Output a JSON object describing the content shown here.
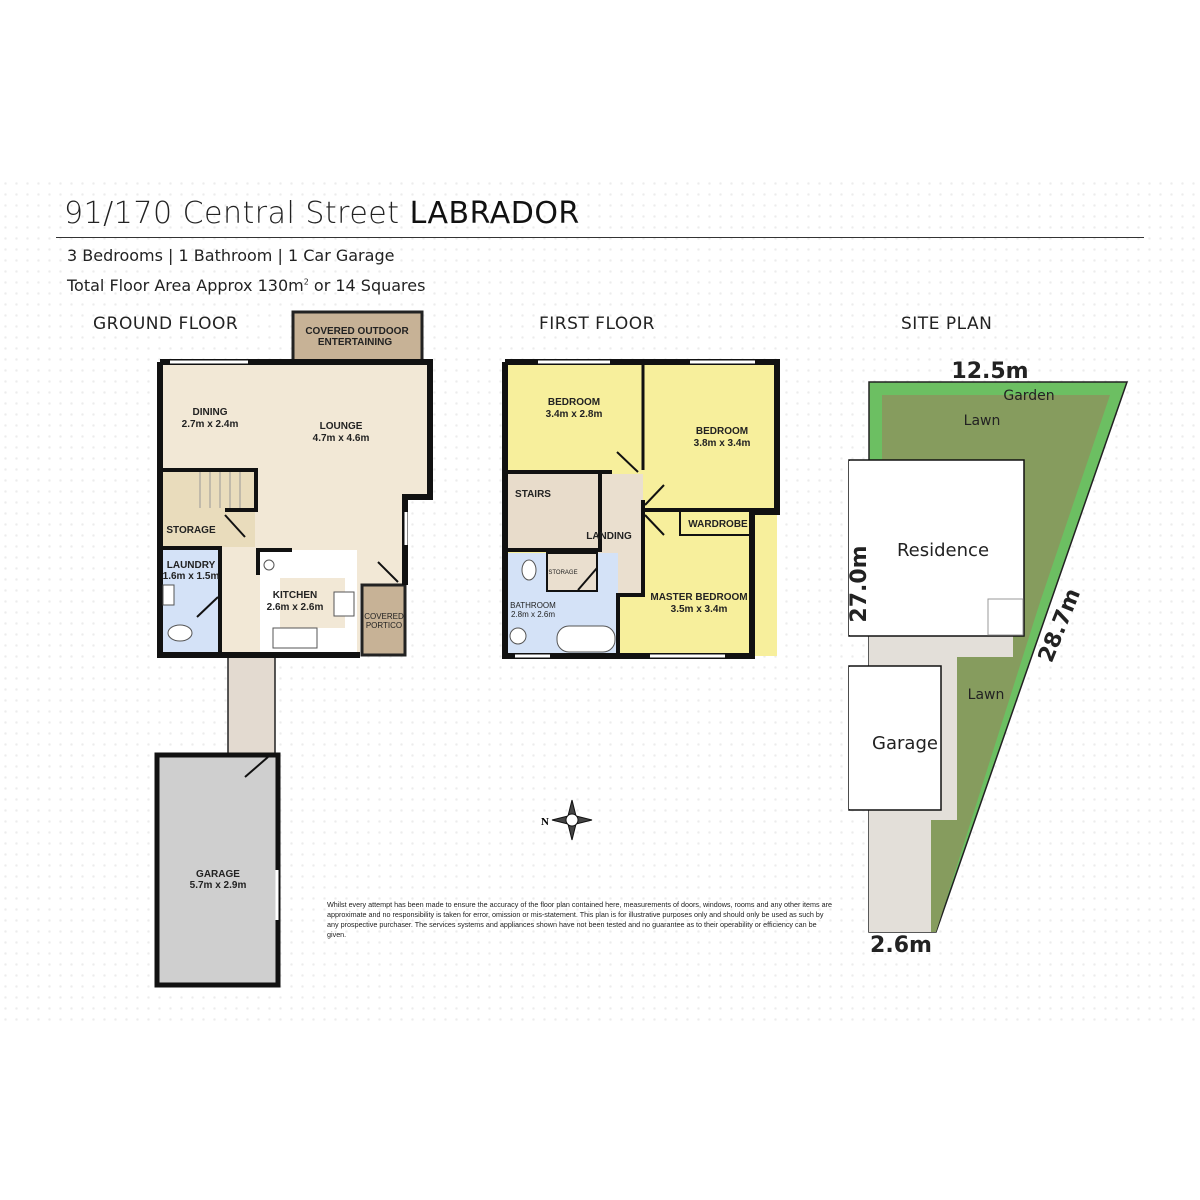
{
  "header": {
    "address": "91/170 Central Street",
    "suburb": "LABRADOR",
    "summary": "3 Bedrooms | 1 Bathroom | 1 Car Garage",
    "area_prefix": "Total Floor Area Approx 130m",
    "area_sup": "2",
    "area_suffix": " or 14 Squares"
  },
  "sections": {
    "ground": "GROUND FLOOR",
    "first": "FIRST FLOOR",
    "site": "SITE PLAN"
  },
  "ground_floor": {
    "outdoor_1": "COVERED OUTDOOR",
    "outdoor_2": "ENTERTAINING",
    "dining": "DINING",
    "dining_dim": "2.7m x 2.4m",
    "lounge": "LOUNGE",
    "lounge_dim": "4.7m x 4.6m",
    "storage": "STORAGE",
    "laundry": "LAUNDRY",
    "laundry_dim": "1.6m x 1.5m",
    "kitchen": "KITCHEN",
    "kitchen_dim": "2.6m x 2.6m",
    "portico_1": "COVERED",
    "portico_2": "PORTICO",
    "garage": "GARAGE",
    "garage_dim": "5.7m x 2.9m"
  },
  "first_floor": {
    "bed1": "BEDROOM",
    "bed1_dim": "3.4m x 2.8m",
    "bed2": "BEDROOM",
    "bed2_dim": "3.8m x 3.4m",
    "stairs": "STAIRS",
    "landing": "LANDING",
    "wardrobe": "WARDROBE",
    "storage": "STORAGE",
    "bathroom": "BATHROOM",
    "bathroom_dim": "2.8m x 2.6m",
    "master": "MASTER BEDROOM",
    "master_dim": "3.5m x 3.4m"
  },
  "site_plan": {
    "top": "12.5m",
    "left": "27.0m",
    "diag": "28.7m",
    "bottom": "2.6m",
    "garden": "Garden",
    "lawn_top": "Lawn",
    "lawn_bottom": "Lawn",
    "residence": "Residence",
    "garage": "Garage"
  },
  "compass": {
    "north": "N"
  },
  "disclaimer": "Whilst every attempt has been made to ensure the accuracy of the floor plan contained here, measurements of doors, windows, rooms and any other items are approximate and no responsibility is taken for error, omission or mis-statement. This plan is for illustrative purposes only and should only be used as such by any prospective purchaser. The services systems and appliances shown have not been tested and no guarantee as to their operability or efficiency can be given.",
  "colors": {
    "floor_tile": "#f2e8d6",
    "bedroom": "#f7ef9c",
    "wet": "#d4e2f7",
    "outdoor": "#c7b296",
    "garage": "#cfcfcf",
    "lawn": "#869c5e",
    "garden": "#6cbf62",
    "path": "#e3dfd9"
  }
}
